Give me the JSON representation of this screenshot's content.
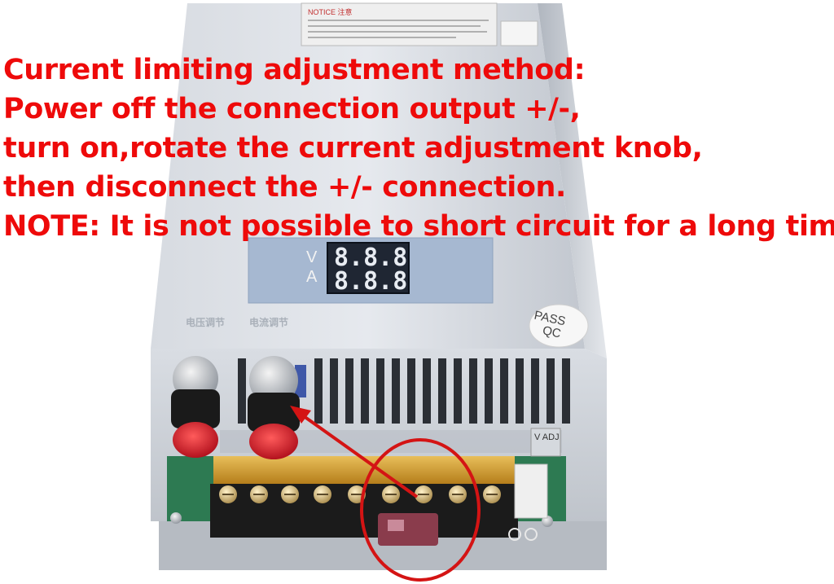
{
  "caption": {
    "line1": "Current limiting adjustment method:",
    "line2": "Power off the connection output +/-,",
    "line3": "turn on,rotate the current adjustment knob,",
    "line4": "then disconnect the +/- connection.",
    "line5": "NOTE: It is not possible to short circuit for a long time."
  },
  "device": {
    "display": {
      "voltage_letter": "V",
      "current_letter": "A",
      "voltage_digits": "8.8.8",
      "current_digits": "8.8.8"
    },
    "knob_labels": {
      "voltage": "电压调节",
      "current": "电流调节"
    },
    "sticker": {
      "line1": "PASS",
      "line2": "QC"
    },
    "notice_label": "NOTICE 注意",
    "adj_label": "V ADJ"
  },
  "colors": {
    "caption_text": "#ee0a0a",
    "annotation": "#d41414",
    "case_metal": "#c9ced6",
    "display_panel": "#a7b8d0",
    "knob_cap": "#d8232f",
    "terminal_cover": "#e0a020"
  }
}
